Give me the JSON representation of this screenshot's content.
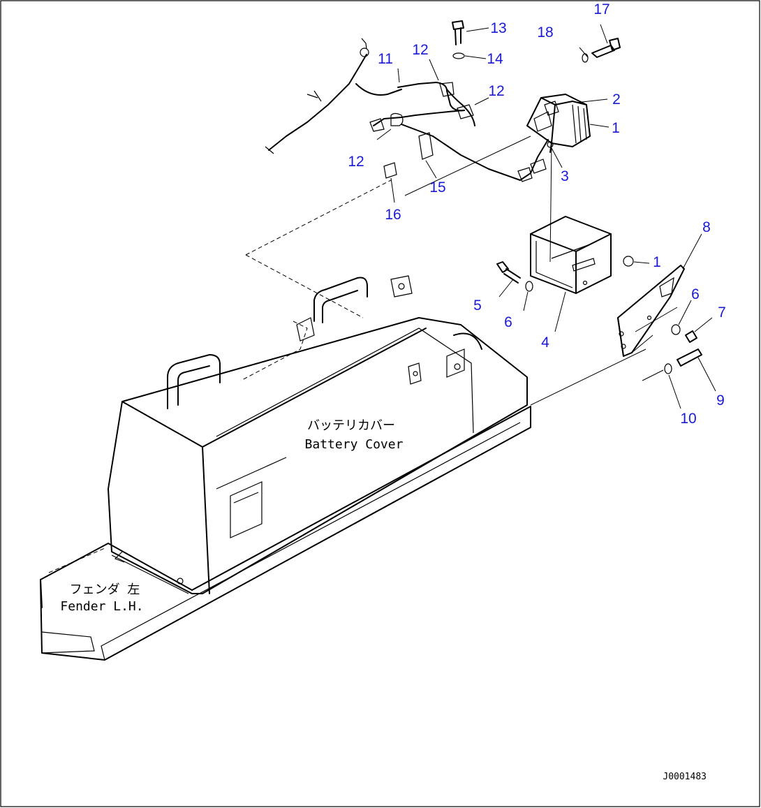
{
  "labels": {
    "battery_cover_jp": "バッテリカバー",
    "battery_cover_en": "Battery Cover",
    "fender_jp": "フェンダ 左",
    "fender_en": "Fender L.H."
  },
  "drawing_code": "J000148З",
  "callouts": {
    "c1a": "1",
    "c1b": "1",
    "c2": "2",
    "c3": "3",
    "c4": "4",
    "c5": "5",
    "c6a": "6",
    "c6b": "6",
    "c7": "7",
    "c8": "8",
    "c9": "9",
    "c10": "10",
    "c11": "11",
    "c12a": "12",
    "c12b": "12",
    "c12c": "12",
    "c13": "13",
    "c14": "14",
    "c15": "15",
    "c16": "16",
    "c17": "17",
    "c18": "18"
  },
  "colors": {
    "callout": "#1a1ad6",
    "line": "#000000",
    "background": "#ffffff"
  }
}
